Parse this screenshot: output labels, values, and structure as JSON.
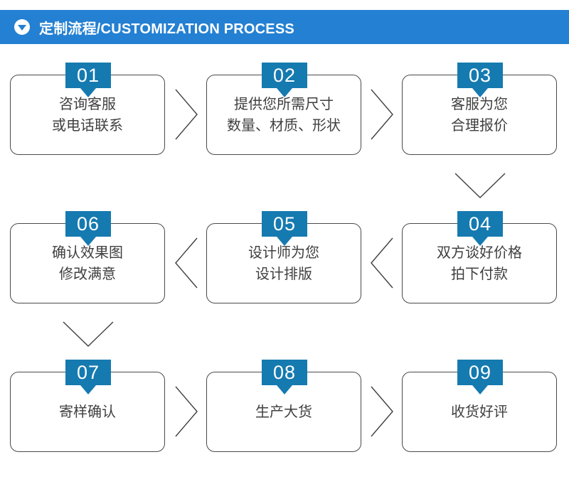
{
  "header": {
    "icon": "triangle-down-icon",
    "title": "定制流程/CUSTOMIZATION PROCESS",
    "background_color": "#2480d2",
    "text_color": "#ffffff"
  },
  "theme": {
    "badge_color": "#157ab0",
    "box_border_color": "#4a4a4a",
    "box_text_color": "#3f3f3f",
    "connector_color": "#3f3f3f",
    "page_background": "#ffffff"
  },
  "flow": {
    "rows": [
      {
        "direction": "left-to-right",
        "steps": [
          {
            "number": "01",
            "lines": [
              "咨询客服",
              "或电话联系"
            ]
          },
          {
            "number": "02",
            "lines": [
              "提供您所需尺寸",
              "数量、材质、形状"
            ]
          },
          {
            "number": "03",
            "lines": [
              "客服为您",
              "合理报价"
            ]
          }
        ]
      },
      {
        "direction": "right-to-left",
        "steps": [
          {
            "number": "06",
            "lines": [
              "确认效果图",
              "修改满意"
            ]
          },
          {
            "number": "05",
            "lines": [
              "设计师为您",
              "设计排版"
            ]
          },
          {
            "number": "04",
            "lines": [
              "双方谈好价格",
              "拍下付款"
            ]
          }
        ]
      },
      {
        "direction": "left-to-right",
        "steps": [
          {
            "number": "07",
            "lines": [
              "寄样确认"
            ]
          },
          {
            "number": "08",
            "lines": [
              "生产大货"
            ]
          },
          {
            "number": "09",
            "lines": [
              "收货好评"
            ]
          }
        ]
      }
    ],
    "connectors": [
      {
        "name": "chevron-right-01-to-02",
        "shape": "chevron-right"
      },
      {
        "name": "chevron-right-02-to-03",
        "shape": "chevron-right"
      },
      {
        "name": "chevron-down-03-to-04",
        "shape": "chevron-down"
      },
      {
        "name": "chevron-left-04-to-05",
        "shape": "chevron-left"
      },
      {
        "name": "chevron-left-05-to-06",
        "shape": "chevron-left"
      },
      {
        "name": "chevron-down-06-to-07",
        "shape": "chevron-down"
      },
      {
        "name": "chevron-right-07-to-08",
        "shape": "chevron-right"
      },
      {
        "name": "chevron-right-08-to-09",
        "shape": "chevron-right"
      }
    ]
  }
}
